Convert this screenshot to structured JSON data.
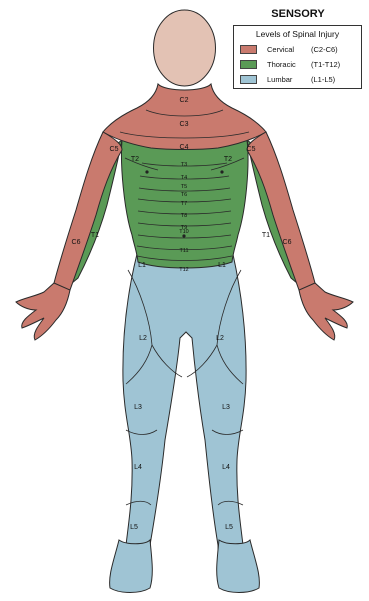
{
  "legend": {
    "title": "SENSORY",
    "subtitle": "Levels of Spinal Injury",
    "items": [
      {
        "name": "Cervical",
        "range": "(C2-C6)",
        "color": "#c97a6e"
      },
      {
        "name": "Thoracic",
        "range": "(T1-T12)",
        "color": "#5a9a56"
      },
      {
        "name": "Lumbar",
        "range": "(L1-L5)",
        "color": "#9fc4d4"
      }
    ]
  },
  "colors": {
    "skin": "#e3c2b4",
    "outline": "#2a2a2a",
    "background": "#ffffff"
  },
  "labels": {
    "c2": "C2",
    "c3": "C3",
    "c4": "C4",
    "c5": "C5",
    "c6": "C6",
    "t1": "T1",
    "t2": "T2",
    "thoracic_center": [
      "T3",
      "T4",
      "T5",
      "T6",
      "T7",
      "T8",
      "T9",
      "T10",
      "T11",
      "T12"
    ],
    "l1": "L1",
    "l2": "L2",
    "l3": "L3",
    "l4": "L4",
    "l5": "L5"
  }
}
